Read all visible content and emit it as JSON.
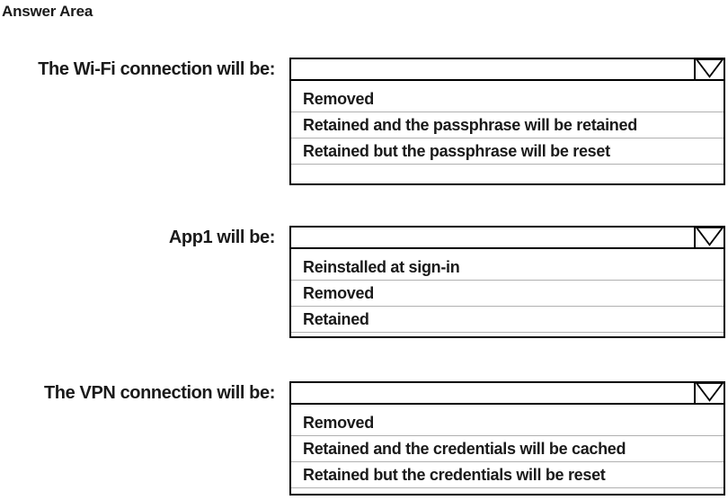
{
  "page": {
    "title": "Answer Area"
  },
  "colors": {
    "border": "#000000",
    "separator": "#b0b0b0",
    "text": "#1a1a1a",
    "background": "#ffffff"
  },
  "icons": {
    "dropdown_arrow": "chevron-down"
  },
  "dropdowns": [
    {
      "label": "The Wi-Fi connection will be:",
      "selected_value": "",
      "options": [
        "Removed",
        "Retained and the passphrase will be retained",
        "Retained but the passphrase will be reset"
      ]
    },
    {
      "label": "App1 will be:",
      "selected_value": "",
      "options": [
        "Reinstalled at sign-in",
        "Removed",
        "Retained"
      ]
    },
    {
      "label": "The VPN connection will be:",
      "selected_value": "",
      "options": [
        "Removed",
        "Retained and the credentials will be cached",
        "Retained but the credentials will be reset"
      ]
    }
  ]
}
